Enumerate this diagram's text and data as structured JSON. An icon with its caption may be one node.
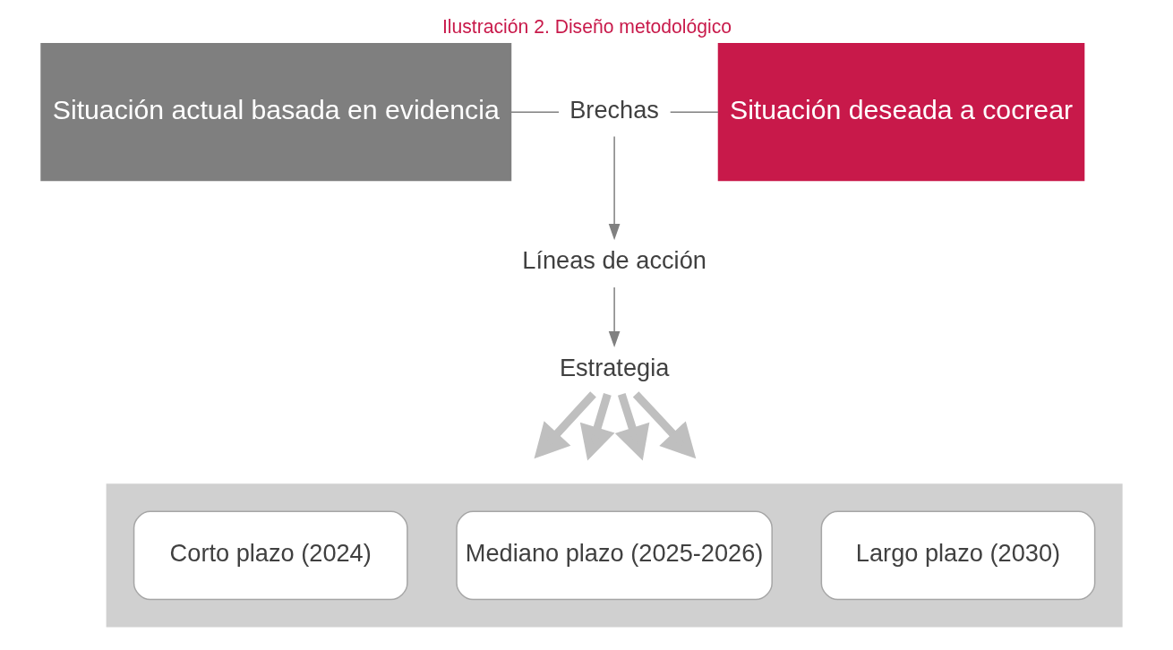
{
  "diagram": {
    "title": "Ilustración 2. Diseño metodológico",
    "nodes": [
      {
        "text": [
          "Situación actual basada en evidencia"
        ]
      },
      {
        "text": [
          "Brechas"
        ]
      },
      {
        "text": [
          "Situación deseada a cocrear"
        ]
      },
      {
        "text": [
          "Líneas de acción"
        ]
      },
      {
        "text": [
          "Estrategia"
        ]
      },
      {
        "text": [],
        "shape": "arrow"
      },
      {
        "text": [
          "Corto plazo (2024)"
        ],
        "in": 5
      },
      {
        "text": [
          "Mediano plazo (2025-2026)"
        ],
        "in": 5
      },
      {
        "text": [
          "Largo plazo (2030)"
        ],
        "in": 5
      }
    ],
    "edges": [
      {
        "from": 0,
        "to": 1,
        "arrow": "none"
      },
      {
        "from": 1,
        "to": 2,
        "arrow": "none"
      },
      {
        "from": 1,
        "to": 3,
        "arrow": "to"
      },
      {
        "from": 3,
        "to": 4,
        "arrow": "to"
      },
      {
        "from": 4,
        "to": null,
        "arrow": "to",
        "color": "#bfbfbf",
        "style": "thick"
      },
      {
        "from": 4,
        "to": null,
        "arrow": "to",
        "color": "#bfbfbf",
        "style": "thick"
      },
      {
        "from": 4,
        "to": null,
        "arrow": "to",
        "color": "#bfbfbf",
        "style": "thick"
      },
      {
        "from": 4,
        "to": null,
        "arrow": "to",
        "color": "#bfbfbf",
        "style": "thick"
      }
    ]
  }
}
